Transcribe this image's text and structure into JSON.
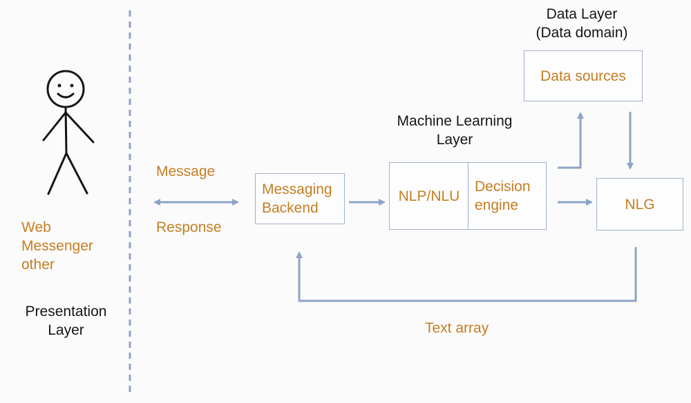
{
  "presentation": {
    "clients": [
      "Web",
      "Messenger",
      "other"
    ],
    "layer_title": [
      "Presentation",
      "Layer"
    ]
  },
  "channel": {
    "message_label": "Message",
    "response_label": "Response"
  },
  "ml_layer": {
    "title": [
      "Machine Learning",
      "Layer"
    ],
    "messaging_backend": [
      "Messaging",
      "Backend"
    ],
    "nlp": "NLP/NLU",
    "decision_engine": [
      "Decision",
      "engine"
    ]
  },
  "data_layer": {
    "title": [
      "Data Layer",
      "(Data domain)"
    ],
    "data_sources": "Data sources"
  },
  "nlg": "NLG",
  "feedback_label": "Text array",
  "colors": {
    "accent_text": "#c57d22",
    "dark_text": "#151515",
    "arrow": "#8ea3c6",
    "box_border": "#9fb0cd",
    "divider": "#8fa2c4"
  },
  "icons": [
    "stick-figure-icon"
  ]
}
